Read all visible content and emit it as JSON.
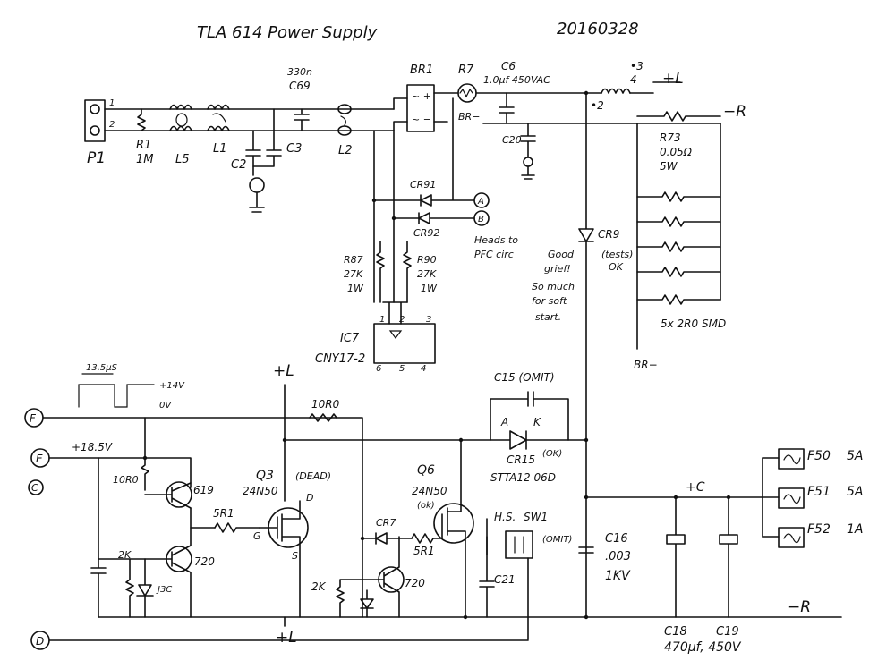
{
  "header": {
    "title": "TLA 614    Power Supply",
    "date": "20160328"
  },
  "labels": {
    "p1": "P1",
    "p1_pin1": "1",
    "p1_pin2": "2",
    "r1": "R1",
    "r1_val": "1M",
    "l5": "L5",
    "l1": "L1",
    "c2": "C2",
    "c3": "C3",
    "c69_val": "330n",
    "c69": "C69",
    "l2": "L2",
    "br1": "BR1",
    "r7": "R7",
    "c6_val": "C6",
    "c6_desc": "1.0µf 450VAC",
    "br_minus": "BR−",
    "c20": "C20",
    "pin3": "•3",
    "pin2": "•2",
    "pin4": "4",
    "plus_l": "+L",
    "minus_r": "−R",
    "r73": "R73",
    "r73_val": "0.05Ω",
    "r73_w": "5W",
    "smd": "5x  2R0 SMD",
    "br_minus2": "BR−",
    "cr91": "CR91",
    "cr92": "CR92",
    "node_a": "A",
    "node_b": "B",
    "heads_1": "Heads to",
    "heads_2": "PFC circ",
    "r87": "R87",
    "r87_val": "27K",
    "r87_w": "1W",
    "r90": "R90",
    "r90_val": "27K",
    "r90_w": "1W",
    "ic7": "IC7",
    "cny": "CNY17-2",
    "ic_pin1": "1",
    "ic_pin2": "2",
    "ic_pin3": "3",
    "ic_pin6": "6",
    "ic_pin5": "5",
    "ic_pin4": "4",
    "cr9": "CR9",
    "tests_ok_1": "(tests)",
    "tests_ok_2": "OK",
    "grief_1": "Good",
    "grief_2": "grief!",
    "grief_3": "So much",
    "grief_4": "for soft",
    "grief_5": "start.",
    "wave_time": "13.5µS",
    "wave_hi": "+14V",
    "wave_lo": "0V",
    "node_f": "F",
    "node_e": "E",
    "node_c": "C",
    "node_d": "D",
    "v185": "+18.5V",
    "r10r0_l": "10R0",
    "t619": "619",
    "t720a": "720",
    "r2k_l": "2K",
    "z3c": "J3C",
    "q3": "Q3",
    "q3_part": "24N50",
    "q3_dead": "(DEAD)",
    "q3_d": "D",
    "q3_g": "G",
    "q3_s": "S",
    "r5r1_a": "5R1",
    "plus_l_top": "+L",
    "plus_l_bot": "+L",
    "r10r0_top": "10R0",
    "q6": "Q6",
    "q6_part": "24N50",
    "q6_ok": "(ok)",
    "cr7": "CR7",
    "r5r1_b": "5R1",
    "r2k_b": "2K",
    "t720b": "720",
    "hs": "H.S.",
    "sw1": "SW1",
    "omit_sw": "(OMIT)",
    "c21": "C21",
    "c15": "C15  (OMIT)",
    "cr_a": "A",
    "cr_k": "K",
    "cr15": "CR15",
    "stta": "STTA12  06D",
    "cr15_ok": "(OK)",
    "c16": "C16",
    "c16_val": ".003",
    "c16_kv": "1KV",
    "plus_c": "+C",
    "f50": "F50",
    "f50_v": "5A",
    "f51": "F51",
    "f51_v": "5A",
    "f52": "F52",
    "f52_v": "1A",
    "c18": "C18",
    "c19": "C19",
    "cap_val": "470µf, 450V",
    "minus_r_bot": "−R"
  }
}
